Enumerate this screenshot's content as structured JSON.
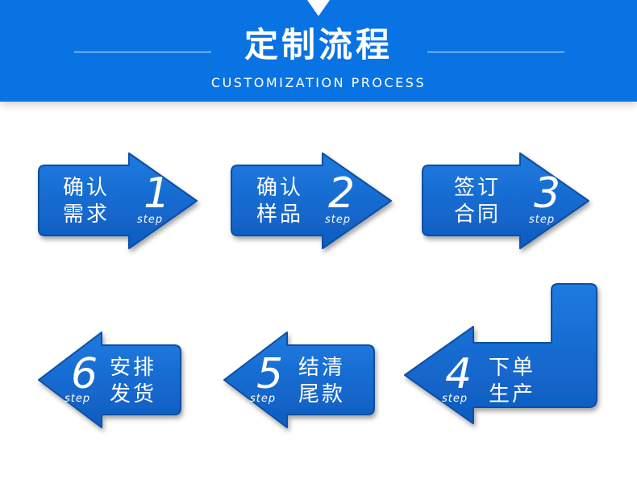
{
  "header": {
    "title": "定制流程",
    "subtitle": "CUSTOMIZATION PROCESS"
  },
  "colors": {
    "banner": "#0a73e4",
    "arrow_fill": "#1366c9",
    "arrow_edge": "#0b4fa3",
    "text": "#ffffff"
  },
  "steps": [
    {
      "number": "1",
      "word": "step",
      "line1": "确认",
      "line2": "需求"
    },
    {
      "number": "2",
      "word": "step",
      "line1": "确认",
      "line2": "样品"
    },
    {
      "number": "3",
      "word": "step",
      "line1": "签订",
      "line2": "合同"
    },
    {
      "number": "4",
      "word": "step",
      "line1": "下单",
      "line2": "生产"
    },
    {
      "number": "5",
      "word": "step",
      "line1": "结清",
      "line2": "尾款"
    },
    {
      "number": "6",
      "word": "step",
      "line1": "安排",
      "line2": "发货"
    }
  ]
}
